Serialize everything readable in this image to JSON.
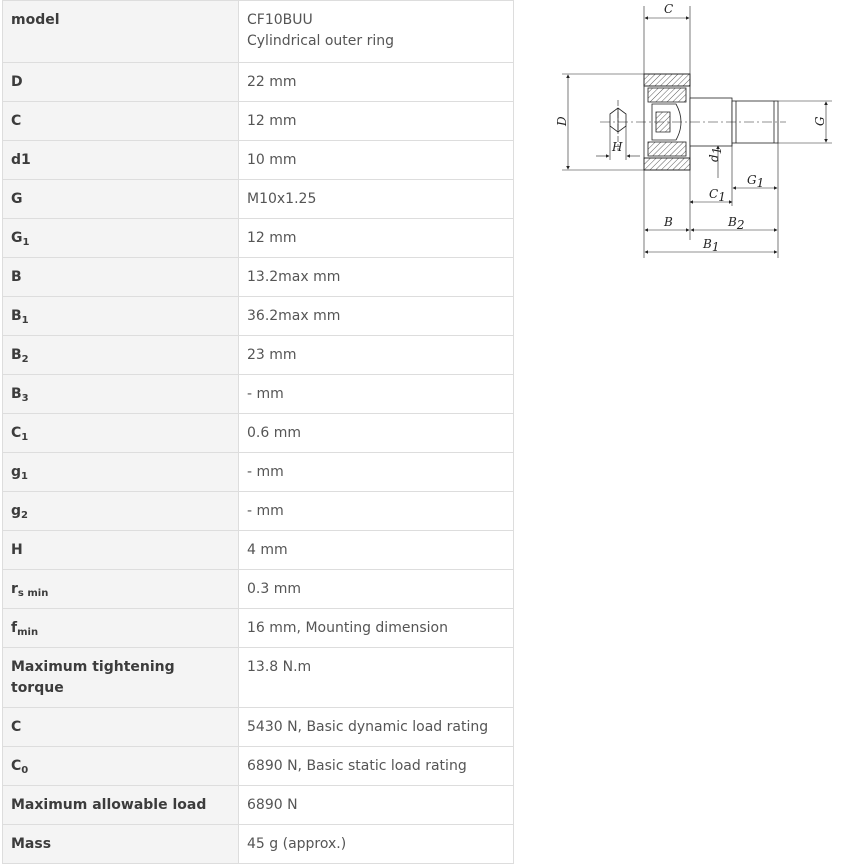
{
  "rows": [
    {
      "key": "model",
      "sub": "",
      "value": "CF10BUU",
      "value2": "Cylindrical outer ring"
    },
    {
      "key": "D",
      "sub": "",
      "value": "22 mm"
    },
    {
      "key": "C",
      "sub": "",
      "value": "12 mm"
    },
    {
      "key": "d1",
      "sub": "",
      "value": "10 mm"
    },
    {
      "key": "G",
      "sub": "",
      "value": "M10x1.25"
    },
    {
      "key": "G",
      "sub": "1",
      "value": "12 mm"
    },
    {
      "key": "B",
      "sub": "",
      "value": "13.2max mm"
    },
    {
      "key": "B",
      "sub": "1",
      "value": "36.2max mm"
    },
    {
      "key": "B",
      "sub": "2",
      "value": "23 mm"
    },
    {
      "key": "B",
      "sub": "3",
      "value": "- mm"
    },
    {
      "key": "C",
      "sub": "1",
      "value": "0.6 mm"
    },
    {
      "key": "g",
      "sub": "1",
      "value": "- mm"
    },
    {
      "key": "g",
      "sub": "2",
      "value": "- mm"
    },
    {
      "key": "H",
      "sub": "",
      "value": "4 mm"
    },
    {
      "key": "r",
      "sub": "s min",
      "value": "0.3 mm"
    },
    {
      "key": "f",
      "sub": "min",
      "value": "16 mm, Mounting dimension"
    },
    {
      "key": "Maximum tightening torque",
      "sub": "",
      "value": "13.8 N.m"
    },
    {
      "key": "C",
      "sub": "",
      "value": "5430 N, Basic dynamic load rating"
    },
    {
      "key": "C",
      "sub": "0",
      "value": "6890 N, Basic static load rating"
    },
    {
      "key": "Maximum allowable load",
      "sub": "",
      "value": "6890 N"
    },
    {
      "key": "Mass",
      "sub": "",
      "value": "45 g (approx.)"
    }
  ],
  "diagram": {
    "labels": {
      "C": "C",
      "D": "D",
      "G": "G",
      "H": "H",
      "d": "d",
      "d_sub": "1",
      "G1": "G",
      "G1_sub": "1",
      "C1": "C",
      "C1_sub": "1",
      "B": "B",
      "B2": "B",
      "B2_sub": "2",
      "B1": "B",
      "B1_sub": "1"
    }
  }
}
